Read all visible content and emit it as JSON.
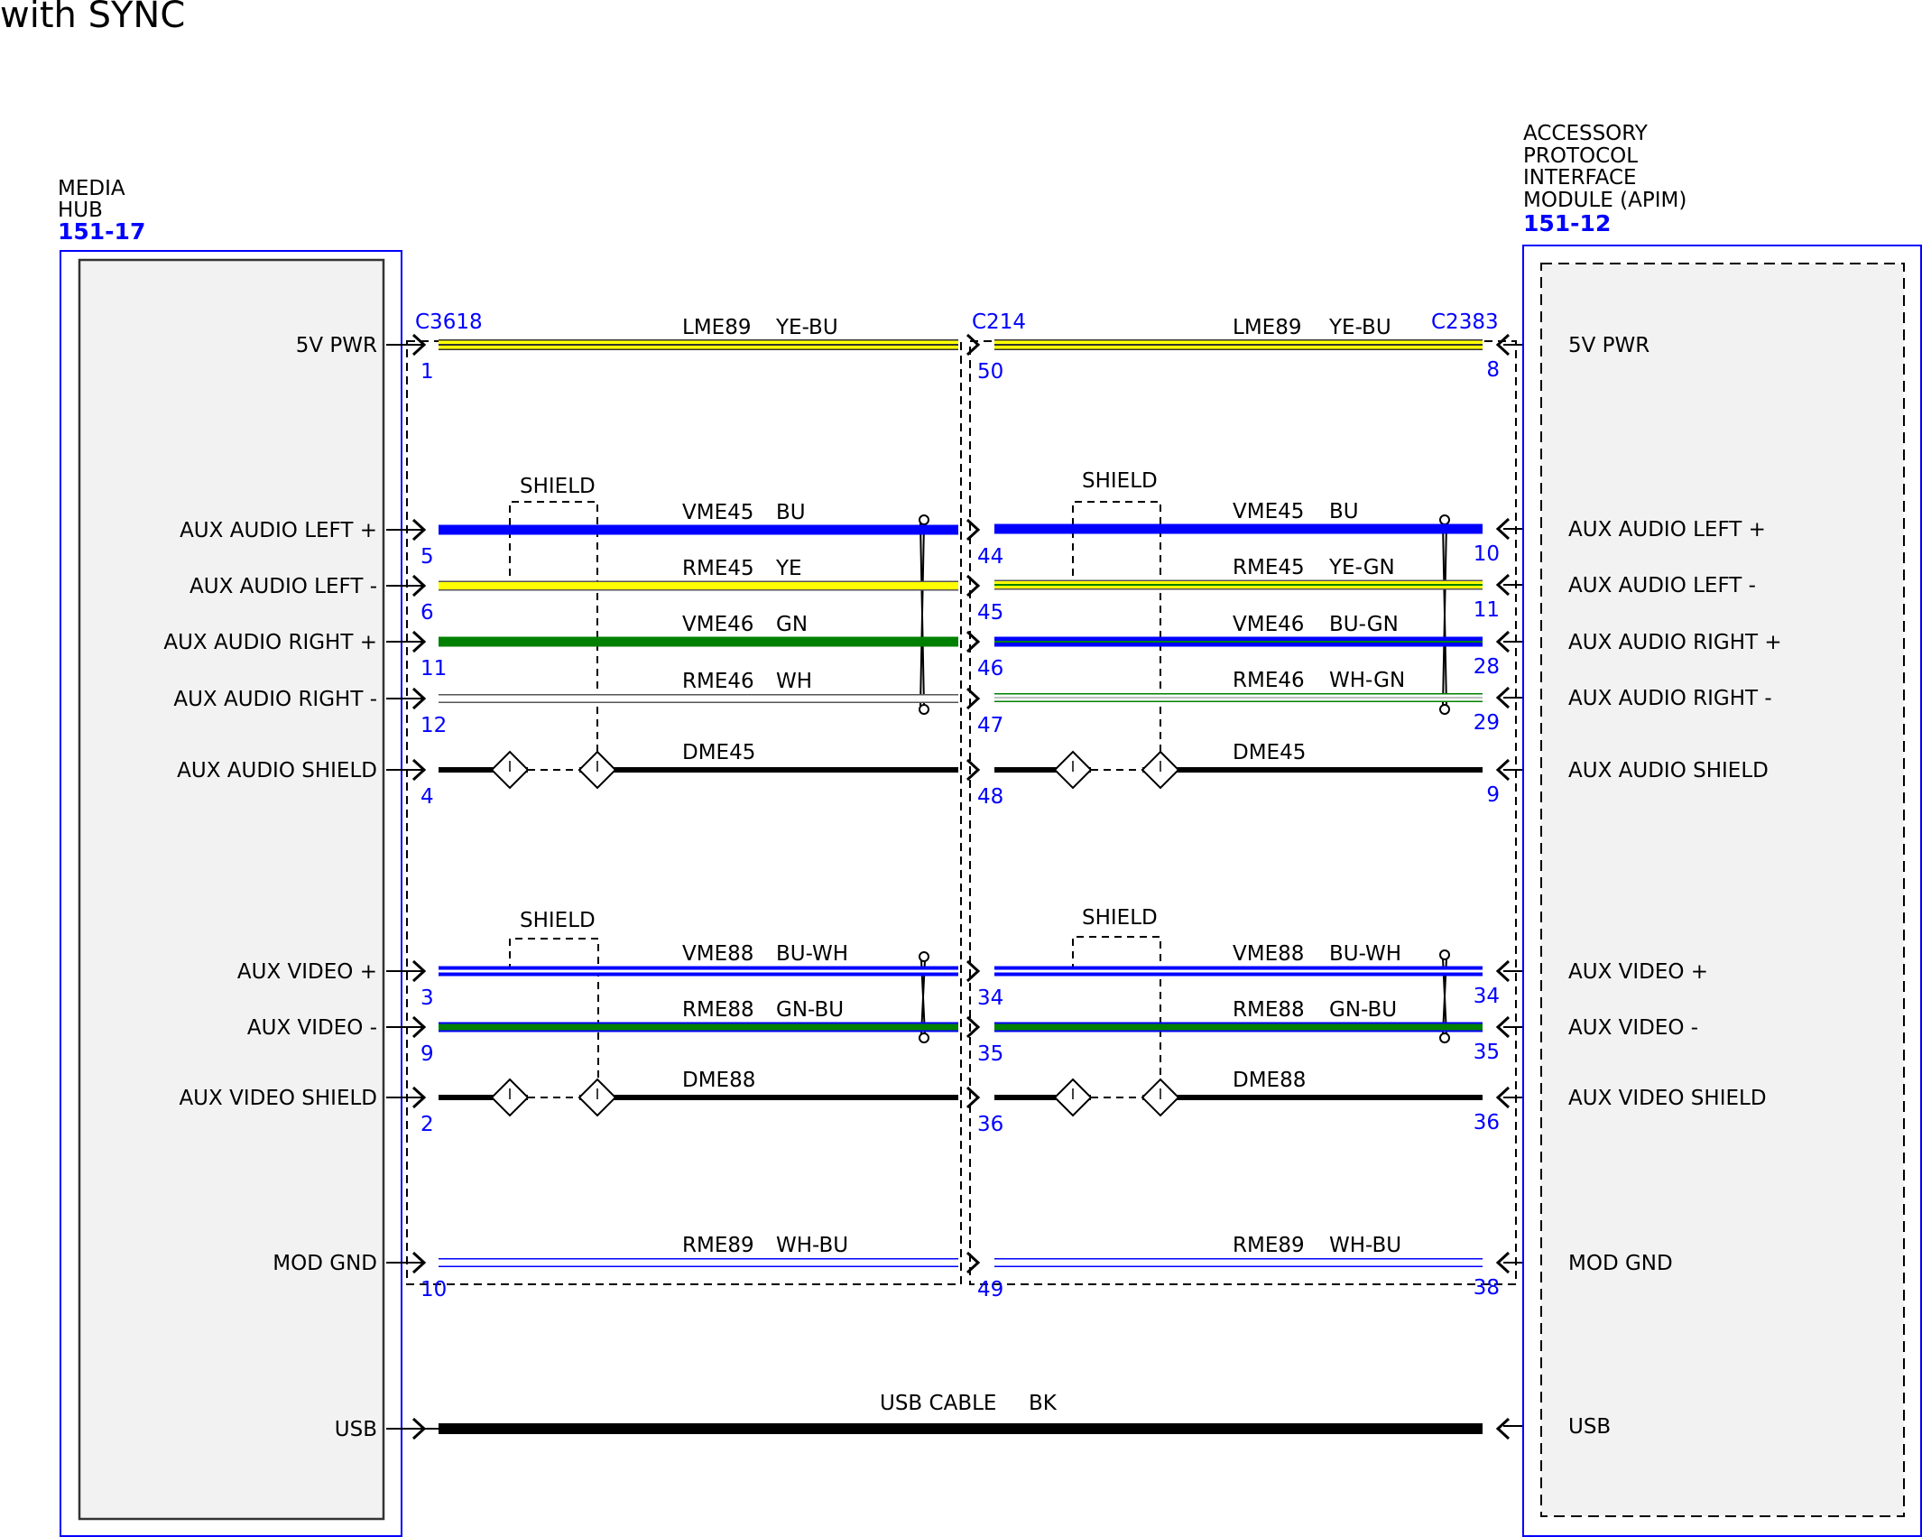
{
  "header": {
    "title_fragment": "with SYNC"
  },
  "left_module": {
    "name_lines": [
      "MEDIA",
      "HUB"
    ],
    "ref": "151-17"
  },
  "right_module": {
    "name_lines": [
      "ACCESSORY",
      "PROTOCOL",
      "INTERFACE",
      "MODULE (APIM)"
    ],
    "ref": "151-12"
  },
  "connectors": {
    "left": "C3618",
    "mid": "C214",
    "right": "C2383"
  },
  "shield_label": "SHIELD",
  "signals": [
    {
      "left_label": "5V PWR",
      "right_label": "5V PWR",
      "pins": [
        "1",
        "50",
        "8"
      ],
      "wire_l": [
        "LME89",
        "YE-BU"
      ],
      "wire_r": [
        "LME89",
        "YE-BU"
      ],
      "style_l": "ye-bu",
      "style_r": "ye-bu"
    },
    {
      "left_label": "AUX AUDIO LEFT +",
      "right_label": "AUX AUDIO LEFT +",
      "pins": [
        "5",
        "44",
        "10"
      ],
      "wire_l": [
        "VME45",
        "BU"
      ],
      "wire_r": [
        "VME45",
        "BU"
      ],
      "style_l": "bu",
      "style_r": "bu"
    },
    {
      "left_label": "AUX AUDIO LEFT -",
      "right_label": "AUX AUDIO LEFT -",
      "pins": [
        "6",
        "45",
        "11"
      ],
      "wire_l": [
        "RME45",
        "YE"
      ],
      "wire_r": [
        "RME45",
        "YE-GN"
      ],
      "style_l": "ye",
      "style_r": "ye-gn"
    },
    {
      "left_label": "AUX AUDIO RIGHT +",
      "right_label": "AUX AUDIO RIGHT +",
      "pins": [
        "11",
        "46",
        "28"
      ],
      "wire_l": [
        "VME46",
        "GN"
      ],
      "wire_r": [
        "VME46",
        "BU-GN"
      ],
      "style_l": "gn",
      "style_r": "bu-gn"
    },
    {
      "left_label": "AUX AUDIO RIGHT -",
      "right_label": "AUX AUDIO RIGHT -",
      "pins": [
        "12",
        "47",
        "29"
      ],
      "wire_l": [
        "RME46",
        "WH"
      ],
      "wire_r": [
        "RME46",
        "WH-GN"
      ],
      "style_l": "wh",
      "style_r": "wh-gn"
    },
    {
      "left_label": "AUX AUDIO SHIELD",
      "right_label": "AUX AUDIO SHIELD",
      "pins": [
        "4",
        "48",
        "9"
      ],
      "wire_l": [
        "DME45",
        ""
      ],
      "wire_r": [
        "DME45",
        ""
      ],
      "style_l": "drain",
      "style_r": "drain"
    },
    {
      "left_label": "AUX VIDEO +",
      "right_label": "AUX VIDEO +",
      "pins": [
        "3",
        "34",
        "34"
      ],
      "wire_l": [
        "VME88",
        "BU-WH"
      ],
      "wire_r": [
        "VME88",
        "BU-WH"
      ],
      "style_l": "bu-wh",
      "style_r": "bu-wh"
    },
    {
      "left_label": "AUX VIDEO -",
      "right_label": "AUX VIDEO -",
      "pins": [
        "9",
        "35",
        "35"
      ],
      "wire_l": [
        "RME88",
        "GN-BU"
      ],
      "wire_r": [
        "RME88",
        "GN-BU"
      ],
      "style_l": "gn-bu",
      "style_r": "gn-bu"
    },
    {
      "left_label": "AUX VIDEO SHIELD",
      "right_label": "AUX VIDEO SHIELD",
      "pins": [
        "2",
        "36",
        "36"
      ],
      "wire_l": [
        "DME88",
        ""
      ],
      "wire_r": [
        "DME88",
        ""
      ],
      "style_l": "drain",
      "style_r": "drain"
    },
    {
      "left_label": "MOD GND",
      "right_label": "MOD GND",
      "pins": [
        "10",
        "49",
        "38"
      ],
      "wire_l": [
        "RME89",
        "WH-BU"
      ],
      "wire_r": [
        "RME89",
        "WH-BU"
      ],
      "style_l": "wh-bu",
      "style_r": "wh-bu"
    },
    {
      "left_label": "USB",
      "right_label": "USB",
      "pins": [
        "",
        "",
        ""
      ],
      "wire_full": [
        "USB CABLE",
        "BK"
      ],
      "style_l": "usb",
      "style_r": "usb"
    }
  ],
  "colors": {
    "yellow": "#ffff00",
    "blue": "#0000ff",
    "green": "#008000",
    "white_wire": "#ffffff",
    "black": "#000000",
    "module_fill": "#f2f2f2",
    "outline_blue": "#0000ff",
    "label_blue": "#0000ff"
  }
}
